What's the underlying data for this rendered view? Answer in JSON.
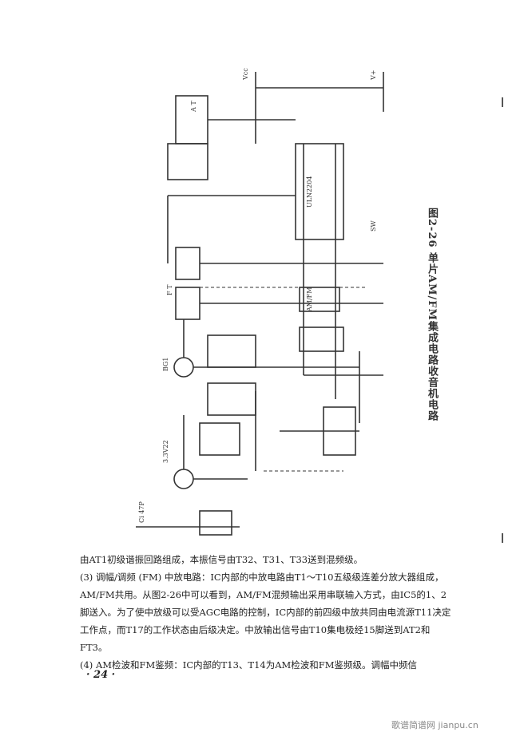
{
  "figure": {
    "caption": "图2-26  单片AM/FM集成电路收音机电路",
    "labels": {
      "vcc": "Vcc",
      "v_plus": "V+",
      "ic": "ULN2204",
      "at": "A T",
      "ft": "F T",
      "bg": "BG1",
      "sw": "SW",
      "c_i": "Ci 47P",
      "r_vaz": "3.3V22",
      "am_fm": "AM/FM"
    }
  },
  "body": {
    "p1": "由AT1初级谐振回路组成，本振信号由T32、T31、T33送到混频级。",
    "p2": "(3) 调幅/调频 (FM) 中放电路：IC内部的中放电路由T1～T10五级级连差分放大器组成，AM/FM共用。从图2-26中可以看到，AM/FM混频输出采用串联输入方式，由IC5的1、2脚送入。为了使中放级可以受AGC电路的控制，IC内部的前四级中放共同由电流源T11决定工作点，而T17的工作状态由后级决定。中放输出信号由T10集电极经15脚送到AT2和FT3。",
    "p3": "(4) AM检波和FM鉴频：IC内部的T13、T14为AM检波和FM鉴频级。调幅中频信"
  },
  "page_number": "· 24 ·",
  "watermark": "歌谱简谱网 jianpu.cn"
}
